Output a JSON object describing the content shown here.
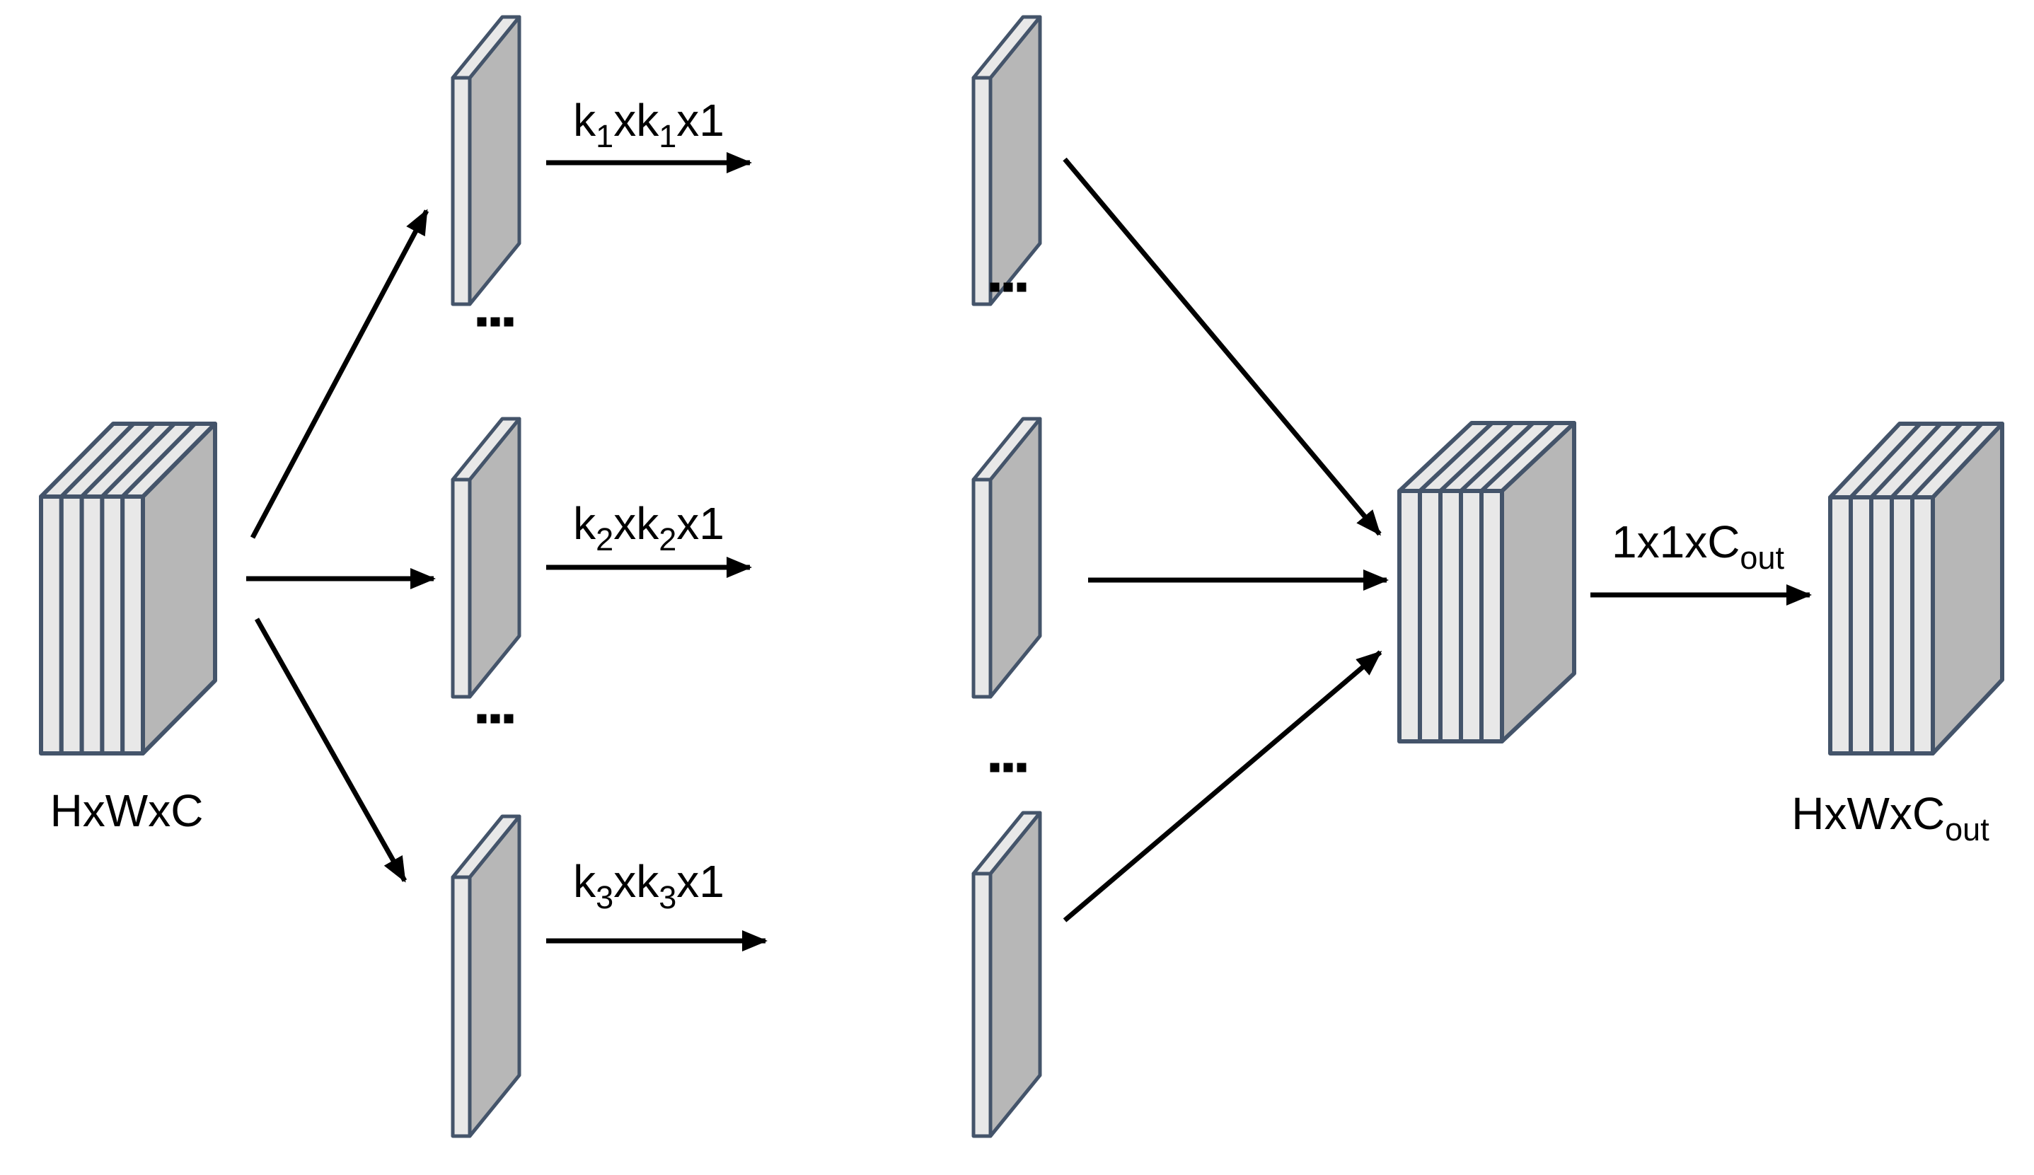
{
  "colors": {
    "background": "#FFFFFF",
    "outline": "#44546A",
    "face_light": "#E8E8E8",
    "face_side": "#B7B7B7",
    "arrow": "#000000",
    "text": "#000000"
  },
  "labels": {
    "input": {
      "segments": [
        {
          "t": "HxWxC"
        }
      ]
    },
    "branch_kernels": [
      {
        "segments": [
          {
            "t": "k"
          },
          {
            "t": "1",
            "sub": true
          },
          {
            "t": "xk"
          },
          {
            "t": "1",
            "sub": true
          },
          {
            "t": "x1"
          }
        ]
      },
      {
        "segments": [
          {
            "t": "k"
          },
          {
            "t": "2",
            "sub": true
          },
          {
            "t": "xk"
          },
          {
            "t": "2",
            "sub": true
          },
          {
            "t": "x1"
          }
        ]
      },
      {
        "segments": [
          {
            "t": "k"
          },
          {
            "t": "3",
            "sub": true
          },
          {
            "t": "xk"
          },
          {
            "t": "3",
            "sub": true
          },
          {
            "t": "x1"
          }
        ]
      }
    ],
    "pointwise_kernel": {
      "segments": [
        {
          "t": "1x1xC"
        },
        {
          "t": "out",
          "sub": true
        }
      ]
    },
    "output": {
      "segments": [
        {
          "t": "HxWxC"
        },
        {
          "t": "out",
          "sub": true
        }
      ]
    },
    "ellipsis": "..."
  }
}
